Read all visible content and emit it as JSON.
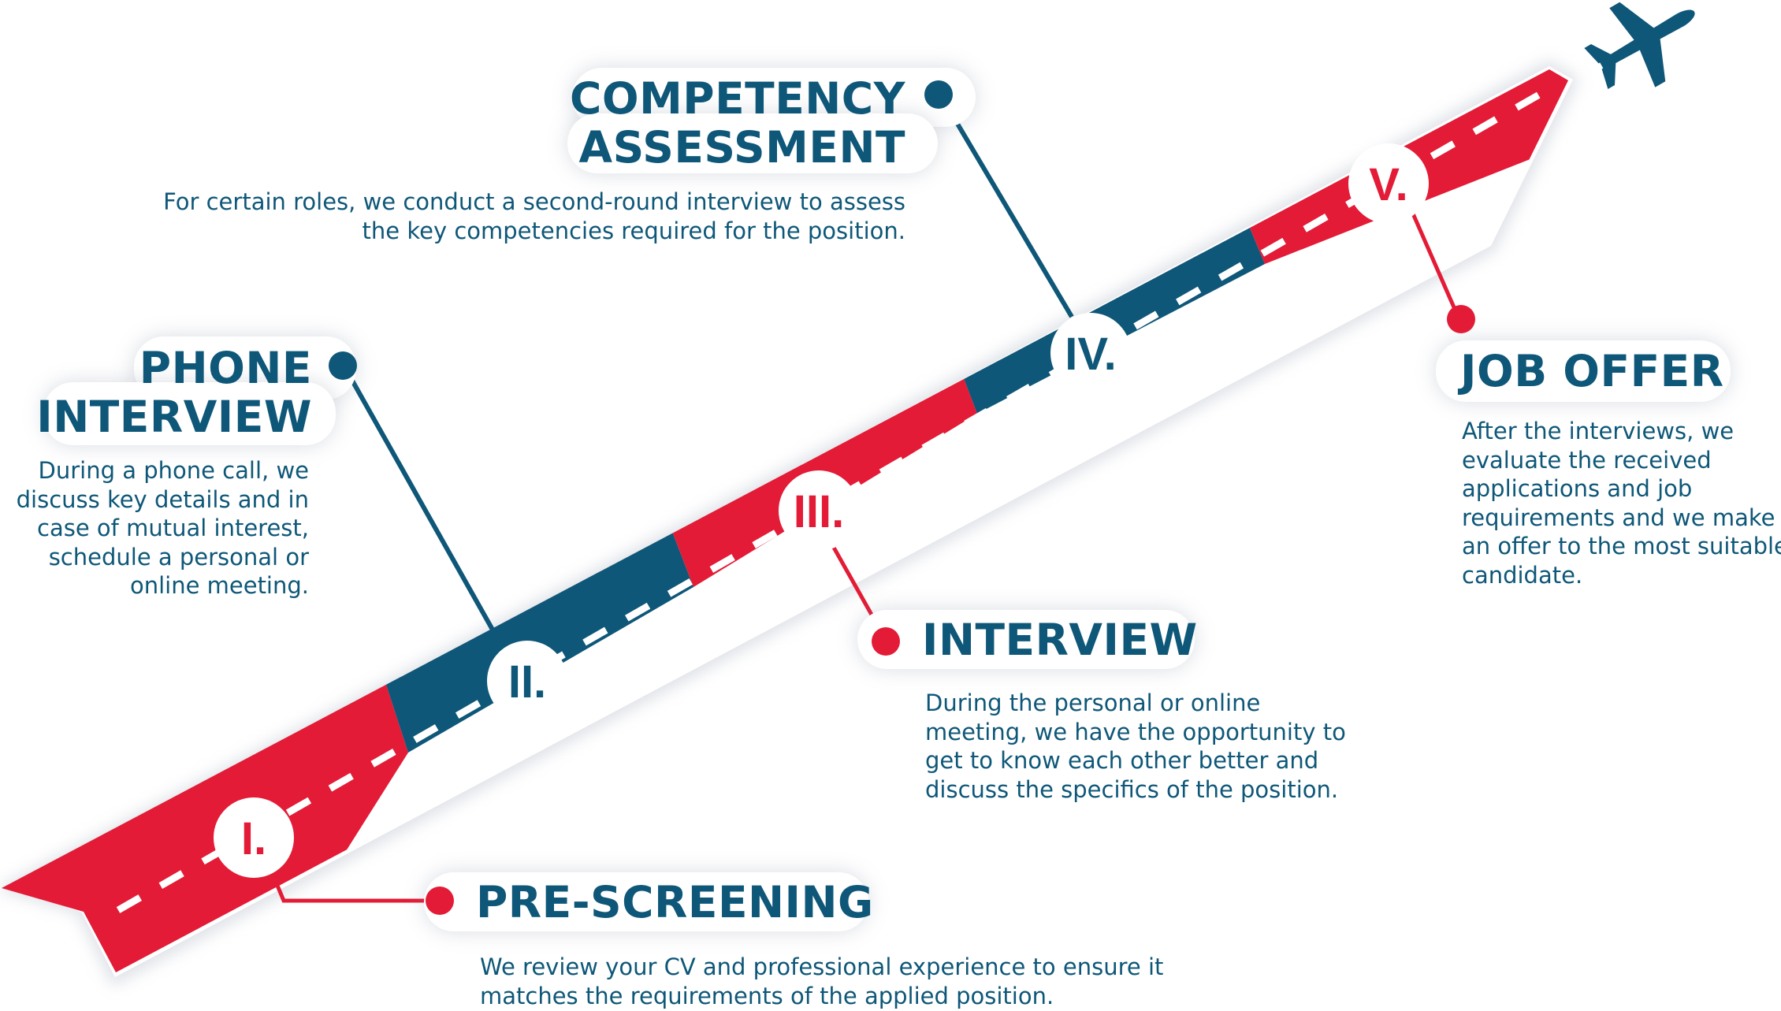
{
  "colors": {
    "navy": "#0e5778",
    "red": "#e31b36",
    "white": "#ffffff"
  },
  "icons": {
    "airplane": "airplane-icon"
  },
  "steps": [
    {
      "numeral": "I.",
      "title": "PRE-SCREENING",
      "description": [
        "We review your CV and professional experience to ensure it",
        "matches the requirements of the applied position."
      ],
      "color": "#e31b36"
    },
    {
      "numeral": "II.",
      "title_lines": [
        "PHONE",
        "INTERVIEW"
      ],
      "description": [
        "During a phone call, we",
        "discuss key details and in",
        "case of mutual interest,",
        "schedule a personal or",
        "online meeting."
      ],
      "color": "#0e5778"
    },
    {
      "numeral": "III.",
      "title": "INTERVIEW",
      "description": [
        "During the personal or online",
        "meeting, we have the opportunity to",
        "get to know each other better and",
        "discuss the specifics of the position."
      ],
      "color": "#e31b36"
    },
    {
      "numeral": "IV.",
      "title_lines": [
        "COMPETENCY",
        "ASSESSMENT"
      ],
      "description": [
        "For certain roles, we conduct a second-round interview to assess",
        "the key competencies required for the position."
      ],
      "color": "#0e5778"
    },
    {
      "numeral": "V.",
      "title": "JOB OFFER",
      "description": [
        "After the interviews, we",
        "evaluate the received",
        "applications and job",
        "requirements and we make",
        "an offer to the most suitable",
        "candidate."
      ],
      "color": "#e31b36"
    }
  ]
}
